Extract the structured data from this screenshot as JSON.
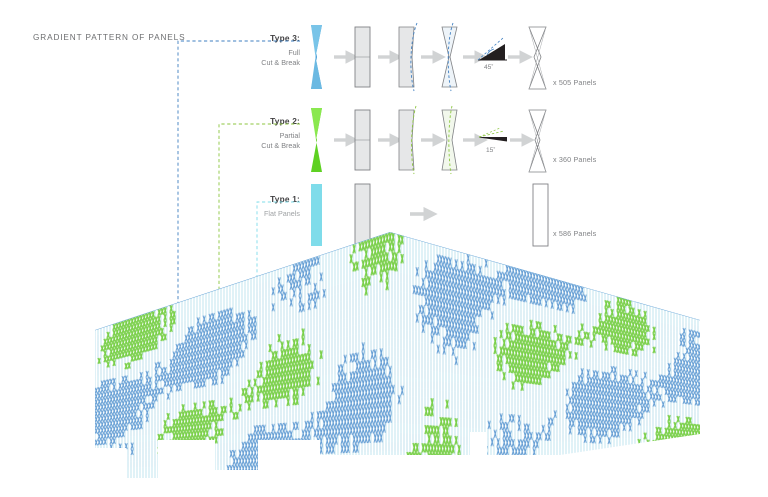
{
  "diagram": {
    "title": "GRADIENT PATTERN OF PANELS",
    "colors": {
      "type3_blue": "#4a9fd8",
      "type3_line": "#3f7fc1",
      "type2_green": "#5ed122",
      "type2_line": "#7ac943",
      "type1_cyan": "#7fdcea",
      "panel_gray_fill": "#e6e7e8",
      "panel_gray_stroke": "#808285",
      "arrow_gray": "#d1d3d4",
      "text_gray": "#808285",
      "text_dark": "#414042",
      "facade_blue": "#4f8fce",
      "facade_green": "#76cf3f",
      "facade_pale": "#bfe3ef"
    },
    "types": [
      {
        "id": "type3",
        "head": "Type 3:",
        "sub_line1": "Full",
        "sub_line2": "Cut & Break",
        "angle": "45˚",
        "count": "x 505 Panels",
        "connector_color": "#3f7fc1",
        "source_color": "#4a9fd8"
      },
      {
        "id": "type2",
        "head": "Type 2:",
        "sub_line1": "Partial",
        "sub_line2": "Cut & Break",
        "angle": "15˚",
        "count": "x 360 Panels",
        "connector_color": "#8cc63f",
        "source_color": "#5ed122"
      },
      {
        "id": "type1",
        "head": "Type 1:",
        "sub_line1": "Flat Panels",
        "sub_line2": "",
        "angle": "",
        "count": "x 586 Panels",
        "connector_color": "#7fdcea",
        "source_color": "#7fdcea"
      }
    ],
    "facade": {
      "name": "gradient-panel-elevation",
      "description": "Building elevation with gradient pattern of vertical panels"
    }
  }
}
